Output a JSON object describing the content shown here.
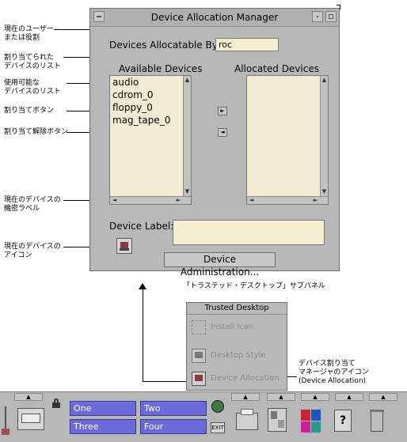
{
  "callouts": {
    "current_user": "現在のユーザー\nまたは役割",
    "allocated_list": "割り当てられた\nデバイスのリスト",
    "available_list": "使用可能な\nデバイスのリスト",
    "allocate_button": "割り当てボタン",
    "deallocate_button": "割り当て解除ボタン",
    "device_label": "現在のデバイスの\n機密ラベル",
    "device_icon": "現在のデバイスの\nアイコン",
    "subpanel": "「トラステッド・デスクトップ」サブパネル",
    "manager_icon": "デバイス割り当て\nマネージャのアイコン\n(Device Allocation)"
  },
  "window": {
    "title": "Device Allocation Manager",
    "allocatable_by_label": "Devices Allocatable By:",
    "allocatable_by_value": "roc",
    "available_header": "Available Devices",
    "allocated_header": "Allocated Devices",
    "available_devices": [
      "audio",
      "cdrom_0",
      "floppy_0",
      "mag_tape_0"
    ],
    "allocate_arrow": "►",
    "deallocate_arrow": "◄",
    "device_label_caption": "Device Label:",
    "device_label_value": "",
    "admin_button": "Device Administration..."
  },
  "subpanel": {
    "title": "Trusted Desktop",
    "items": [
      "Install Icon",
      "Desktop Style",
      "Device Allocation"
    ]
  },
  "front_panel": {
    "workspaces": [
      "One",
      "Two",
      "Three",
      "Four"
    ],
    "exit_label": "EXIT"
  }
}
